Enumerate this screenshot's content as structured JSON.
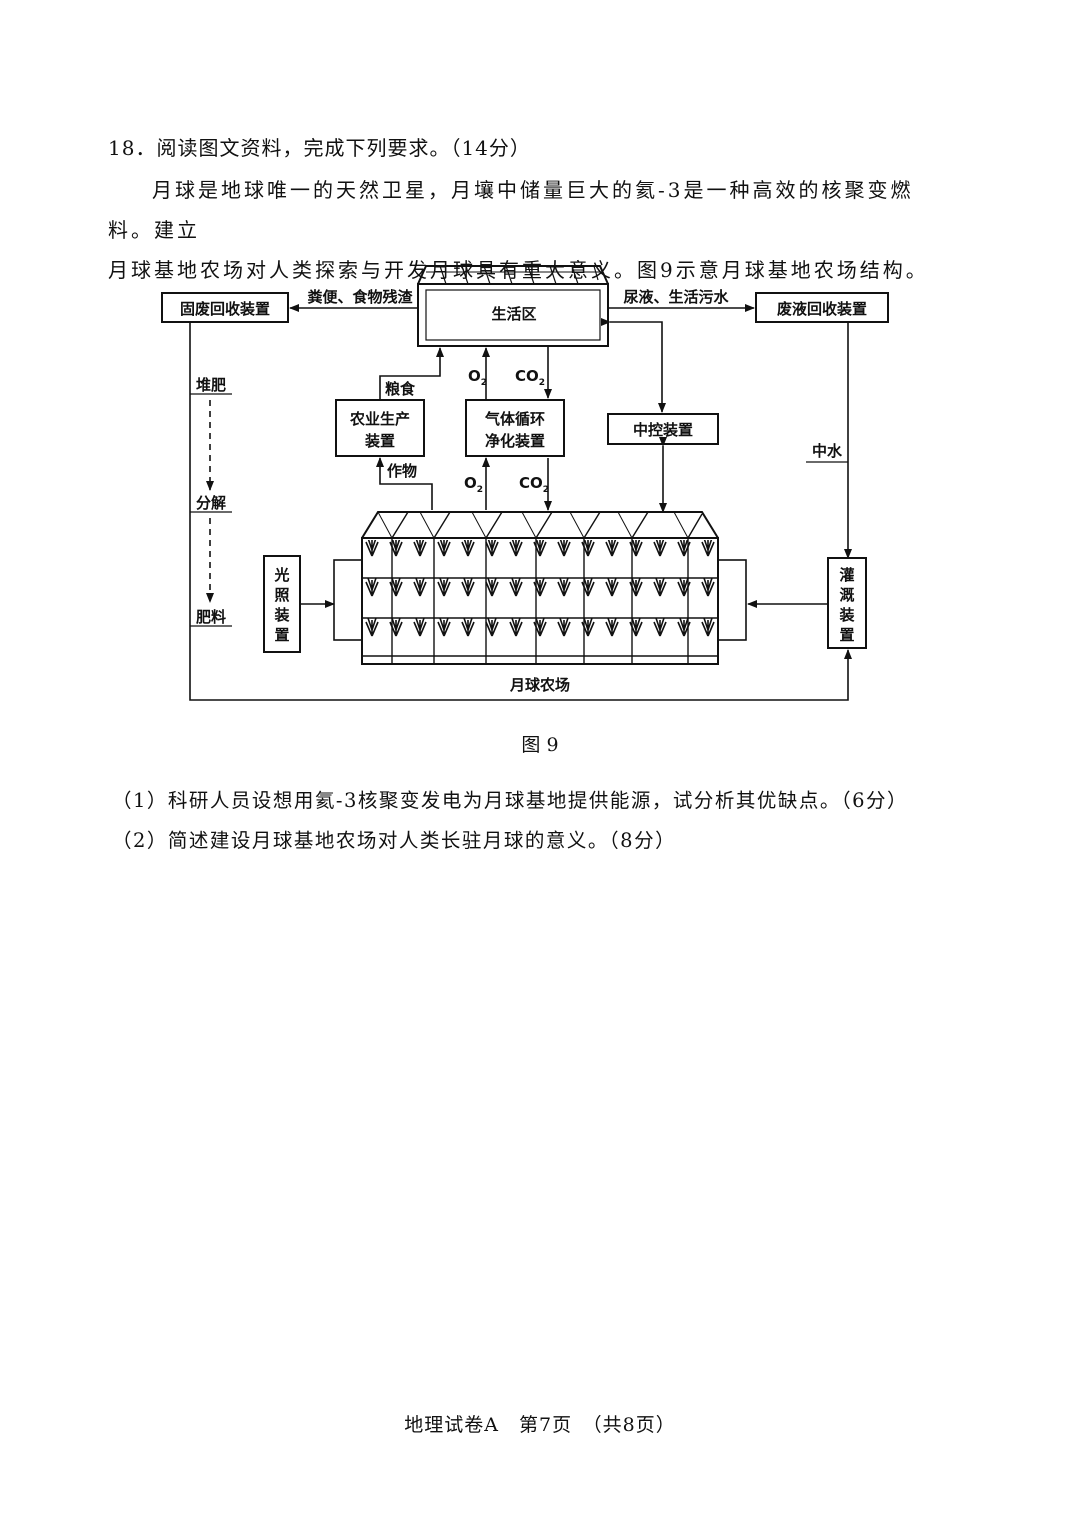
{
  "question": {
    "header": "18．阅读图文资料，完成下列要求。（14分）",
    "paragraph_line1": "月球是地球唯一的天然卫星，月壤中储量巨大的氦-3是一种高效的核聚变燃料。建立",
    "paragraph_line2": "月球基地农场对人类探索与开发月球具有重大意义。图9示意月球基地农场结构。"
  },
  "diagram": {
    "living_area": "生活区",
    "solid_waste": "固废回收装置",
    "liquid_waste": "废液回收装置",
    "feces_label": "粪便、食物残渣",
    "urine_label": "尿液、生活污水",
    "grain": "粮食",
    "crops": "作物",
    "agri_line1": "农业生产",
    "agri_line2": "装置",
    "gas_line1": "气体循环",
    "gas_line2": "净化装置",
    "control": "中控装置",
    "o2": "O",
    "co2": "CO",
    "sub2": "2",
    "compost": "堆肥",
    "decompose": "分解",
    "fertilizer": "肥料",
    "grey_water": "中水",
    "light_chars": [
      "光",
      "照",
      "装",
      "置"
    ],
    "irrigation_chars": [
      "灌",
      "溉",
      "装",
      "置"
    ],
    "farm": "月球农场"
  },
  "figure_caption": "图 9",
  "sub_questions": [
    "（1）科研人员设想用氦-3核聚变发电为月球基地提供能源，试分析其优缺点。（6分）",
    "（2）简述建设月球基地农场对人类长驻月球的意义。（8分）"
  ],
  "footer": "地理试卷A　第7页　（共8页）"
}
